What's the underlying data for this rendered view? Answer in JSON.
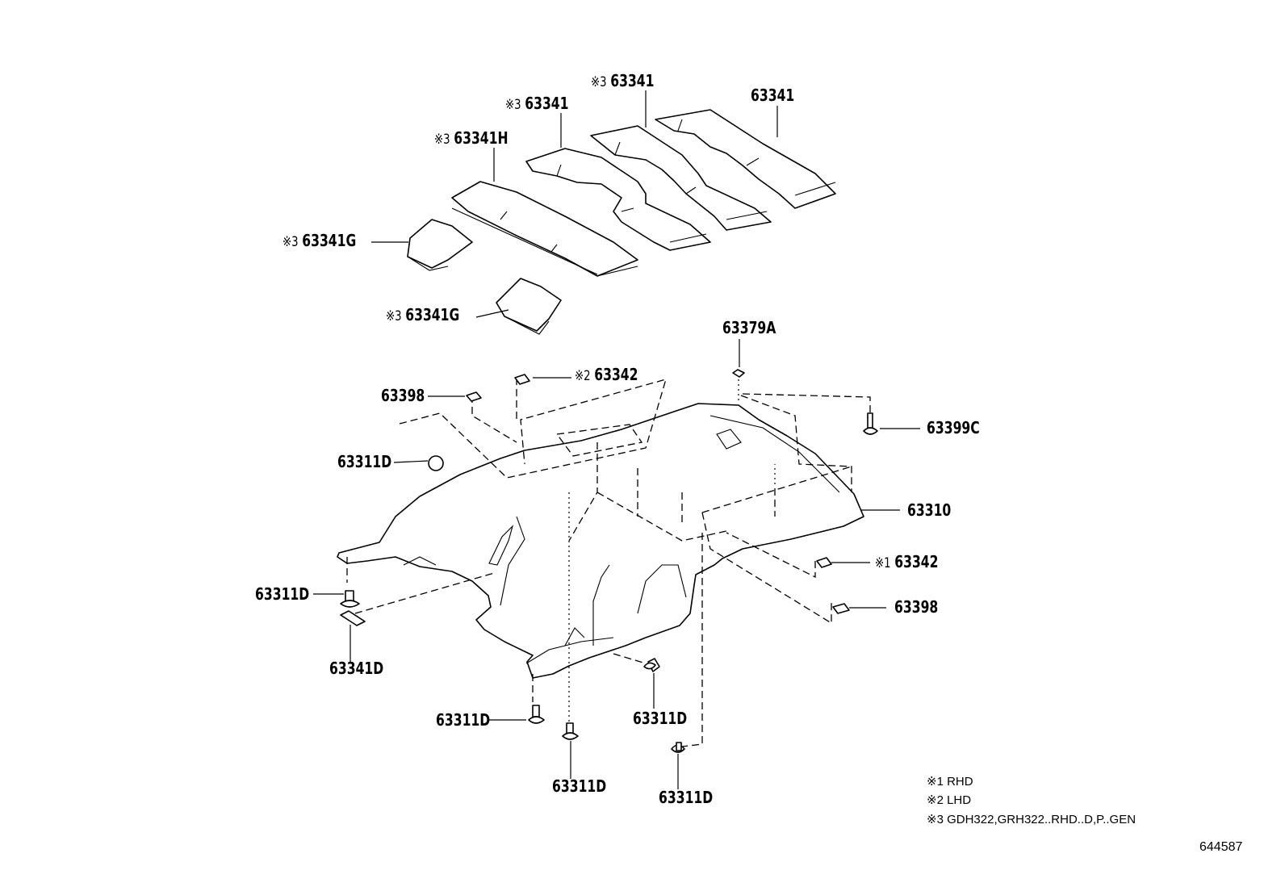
{
  "labels": {
    "p_63341_right": {
      "code": "63341",
      "mark": ""
    },
    "p_63341_top": {
      "code": "63341",
      "mark": "※3"
    },
    "p_63341_mid": {
      "code": "63341",
      "mark": "※3"
    },
    "p_63341h": {
      "code": "63341H",
      "mark": "※3"
    },
    "p_63341g_1": {
      "code": "63341G",
      "mark": "※3"
    },
    "p_63341g_2": {
      "code": "63341G",
      "mark": "※3"
    },
    "p_63379a": {
      "code": "63379A",
      "mark": ""
    },
    "p_63342_lhd": {
      "code": "63342",
      "mark": "※2"
    },
    "p_63398_left": {
      "code": "63398",
      "mark": ""
    },
    "p_63399c": {
      "code": "63399C",
      "mark": ""
    },
    "p_63311d_1": {
      "code": "63311D",
      "mark": ""
    },
    "p_63310": {
      "code": "63310",
      "mark": ""
    },
    "p_63342_rhd": {
      "code": "63342",
      "mark": "※1"
    },
    "p_63398_right": {
      "code": "63398",
      "mark": ""
    },
    "p_63311d_2": {
      "code": "63311D",
      "mark": ""
    },
    "p_63341d": {
      "code": "63341D",
      "mark": ""
    },
    "p_63311d_3": {
      "code": "63311D",
      "mark": ""
    },
    "p_63311d_4": {
      "code": "63311D",
      "mark": ""
    },
    "p_63311d_5": {
      "code": "63311D",
      "mark": ""
    },
    "p_63311d_6": {
      "code": "63311D",
      "mark": ""
    }
  },
  "notes": [
    "※1 RHD",
    "※2 LHD",
    "※3 GDH322,GRH322..RHD..D,P..GEN"
  ],
  "figure_number": "644587"
}
